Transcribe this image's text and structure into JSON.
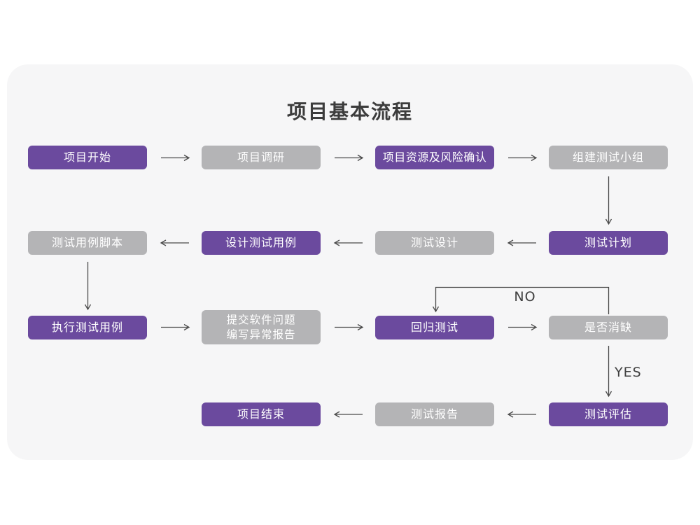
{
  "page": {
    "title": "项目基本流程"
  },
  "diagram": {
    "nodes": [
      {
        "id": "project-start",
        "label": "项目开始",
        "variant": "purple"
      },
      {
        "id": "project-research",
        "label": "项目调研",
        "variant": "gray"
      },
      {
        "id": "resource-risk-confirm",
        "label": "项目资源及风险确认",
        "variant": "purple"
      },
      {
        "id": "build-test-team",
        "label": "组建测试小组",
        "variant": "gray"
      },
      {
        "id": "test-case-script",
        "label": "测试用例脚本",
        "variant": "gray"
      },
      {
        "id": "design-test-case",
        "label": "设计测试用例",
        "variant": "purple"
      },
      {
        "id": "test-design",
        "label": "测试设计",
        "variant": "gray"
      },
      {
        "id": "test-plan",
        "label": "测试计划",
        "variant": "purple"
      },
      {
        "id": "execute-test-case",
        "label": "执行测试用例",
        "variant": "purple"
      },
      {
        "id": "submit-issue-report",
        "label": "提交软件问题\n编写异常报告",
        "variant": "gray"
      },
      {
        "id": "regression-test",
        "label": "回归测试",
        "variant": "purple"
      },
      {
        "id": "defect-cleared",
        "label": "是否消缺",
        "variant": "gray"
      },
      {
        "id": "project-end",
        "label": "项目结束",
        "variant": "purple"
      },
      {
        "id": "test-report",
        "label": "测试报告",
        "variant": "gray"
      },
      {
        "id": "test-evaluation",
        "label": "测试评估",
        "variant": "purple"
      }
    ],
    "branch_labels": {
      "no": "NO",
      "yes": "YES"
    },
    "colors": {
      "purple": "#6B4A9E",
      "gray": "#B4B4B6",
      "card": "#F6F6F7",
      "arrow": "#4A4A4A",
      "title_text": "#3C3C3C",
      "node_text": "#FFFFFF",
      "background": "#FFFFFF"
    }
  }
}
